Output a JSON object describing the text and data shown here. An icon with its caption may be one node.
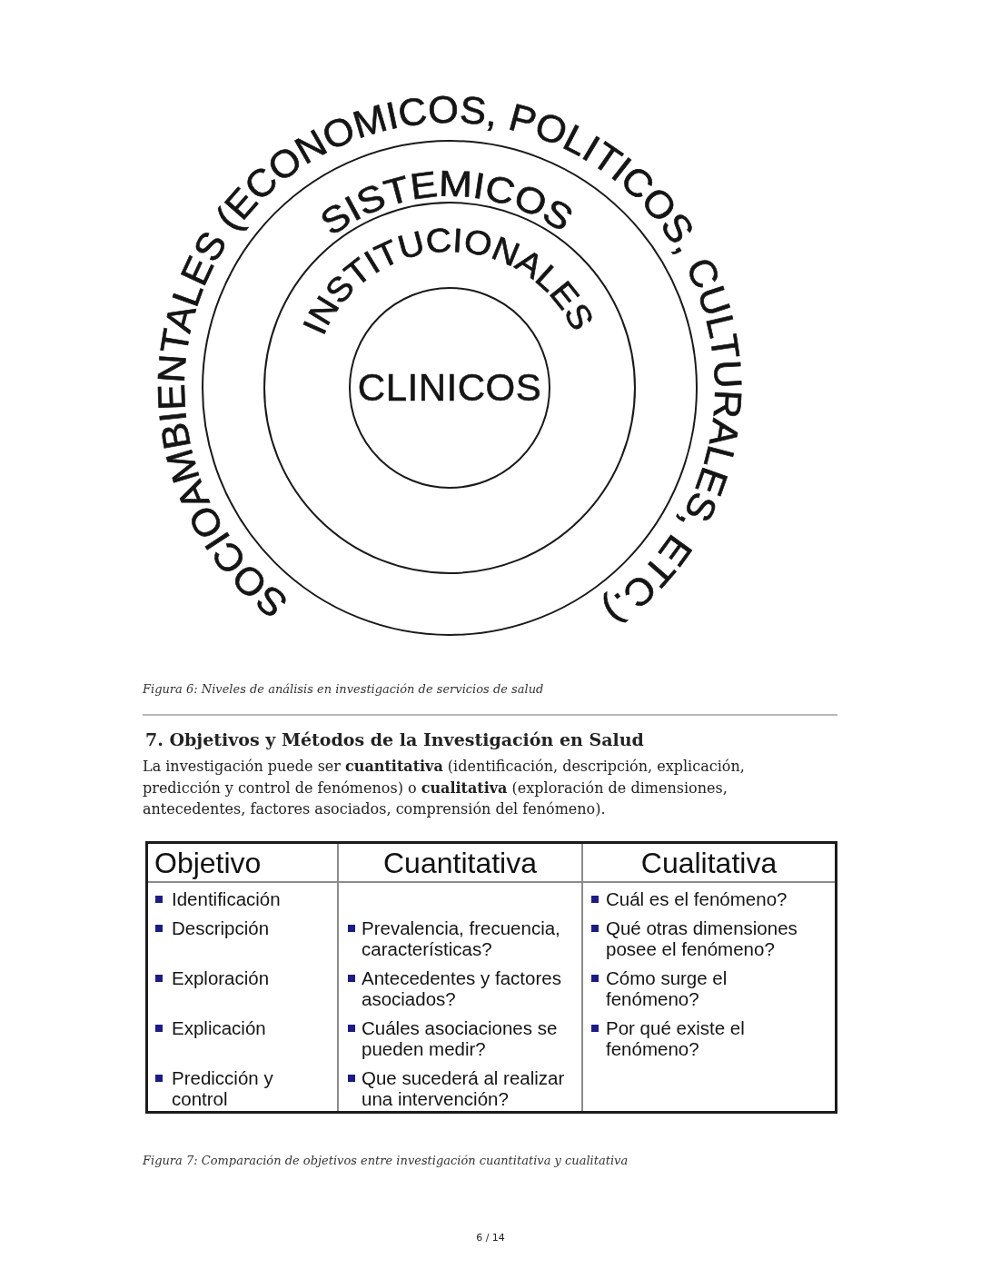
{
  "diagram": {
    "caption": "Figura 6: Niveles de análisis en investigación de servicios de salud",
    "nodes": [
      {
        "text": [
          "SISTEMICOS"
        ]
      },
      {
        "text": [
          "INSTITUCIONALES"
        ],
        "in": 0
      },
      {
        "text": [
          "CLINICOS"
        ],
        "in": 1
      }
    ],
    "labels": [
      "SOCIOAMBIENTALES (ECONOMICOS, POLITICOS, CULTURALES, ETC.)",
      "7. Objetivos y Métodos de la Investigación en Salud",
      "La investigación puede ser **cuantitativa** (identificación, descripción, explicación, predicción y control de fenómenos) o **cualitativa** (exploración de dimensiones, antecedentes, factores asociados, comprensión del fenómeno).",
      "Objetivo",
      "Cuantitativa",
      "Cualitativa",
      "Identificación",
      "Cuál es el fenómeno?",
      "Descripción",
      "Prevalencia, frecuencia, características?",
      "Qué otras dimensiones posee el fenómeno?",
      "Exploración",
      "Antecedentes y factores asociados?",
      "Cómo surge el fenómeno?",
      "Explicación",
      "Cuáles asociaciones se pueden medir?",
      "Por qué existe el fenómeno?",
      "Predicción y control",
      "Que sucederá al realizar una intervención?",
      "Figura 7: Comparación de objetivos entre investigación cuantitativa y cualitativa",
      "6 / 14"
    ]
  }
}
